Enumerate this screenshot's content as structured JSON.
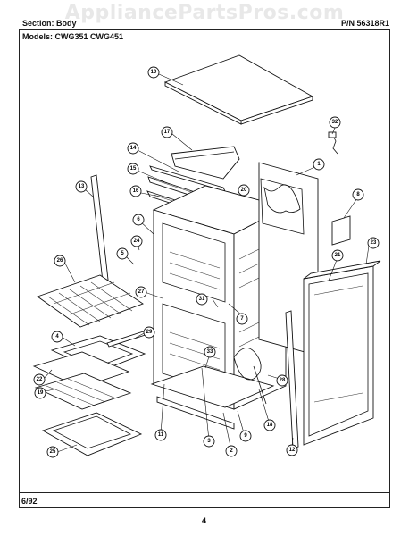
{
  "watermark": "AppliancePartsPros.com",
  "header": {
    "section_label": "Section: Body",
    "models_label": "Models: CWG351 CWG451",
    "page_code": "P/N 56318R1"
  },
  "footer": {
    "date": "6/92",
    "page_number": "4"
  },
  "callouts": [
    "1",
    "2",
    "3",
    "4",
    "6",
    "7",
    "8",
    "9",
    "11",
    "12",
    "13",
    "14",
    "15",
    "16",
    "17",
    "18",
    "19",
    "20",
    "21",
    "22",
    "23",
    "24",
    "25",
    "26",
    "27",
    "28",
    "29",
    "31",
    "32",
    "33"
  ]
}
